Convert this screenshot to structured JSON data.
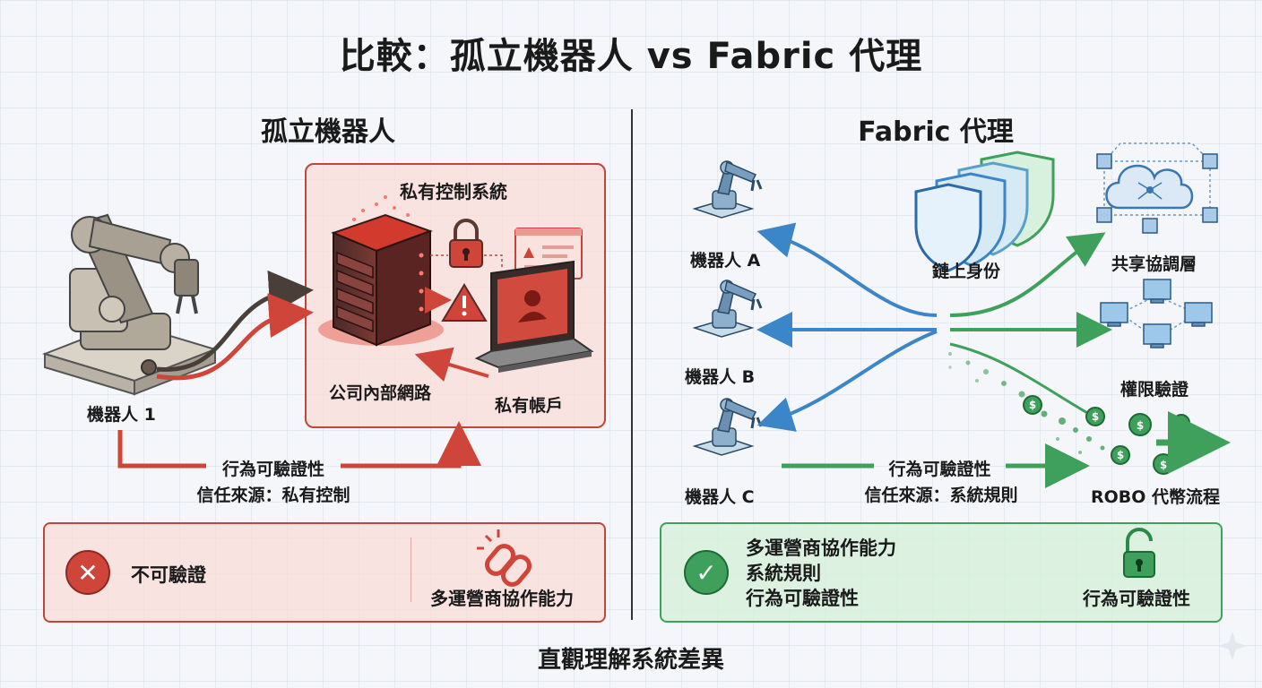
{
  "title": "比較：孤立機器人 vs Fabric 代理",
  "left": {
    "heading": "孤立機器人",
    "robot_label": "機器人 1",
    "private_box_title": "私有控制系統",
    "internal_network": "公司內部網路",
    "private_account": "私有帳戶",
    "verify_label": "行為可驗證性",
    "trust_label": "信任來源：私有控制",
    "bottom_not_verifiable": "不可驗證",
    "bottom_multi_operator": "多運營商協作能力",
    "colors": {
      "accent": "#d0453a",
      "box_border": "#c0453c"
    }
  },
  "right": {
    "heading": "Fabric 代理",
    "robots": [
      "機器人 A",
      "機器人 B",
      "機器人 C"
    ],
    "onchain_identity": "鏈上身份",
    "shared_layer": "共享協調層",
    "permission_verify": "權限驗證",
    "robo_flow": "ROBO 代幣流程",
    "verify_label": "行為可驗證性",
    "trust_label": "信任來源：系統規則",
    "bottom_lines": [
      "多運營商協作能力",
      "系統規則",
      "行為可驗證性"
    ],
    "bottom_unlock_label": "行為可驗證性",
    "colors": {
      "blue": "#3a86c8",
      "green": "#3ea05a"
    }
  },
  "footer": "直觀理解系統差異"
}
